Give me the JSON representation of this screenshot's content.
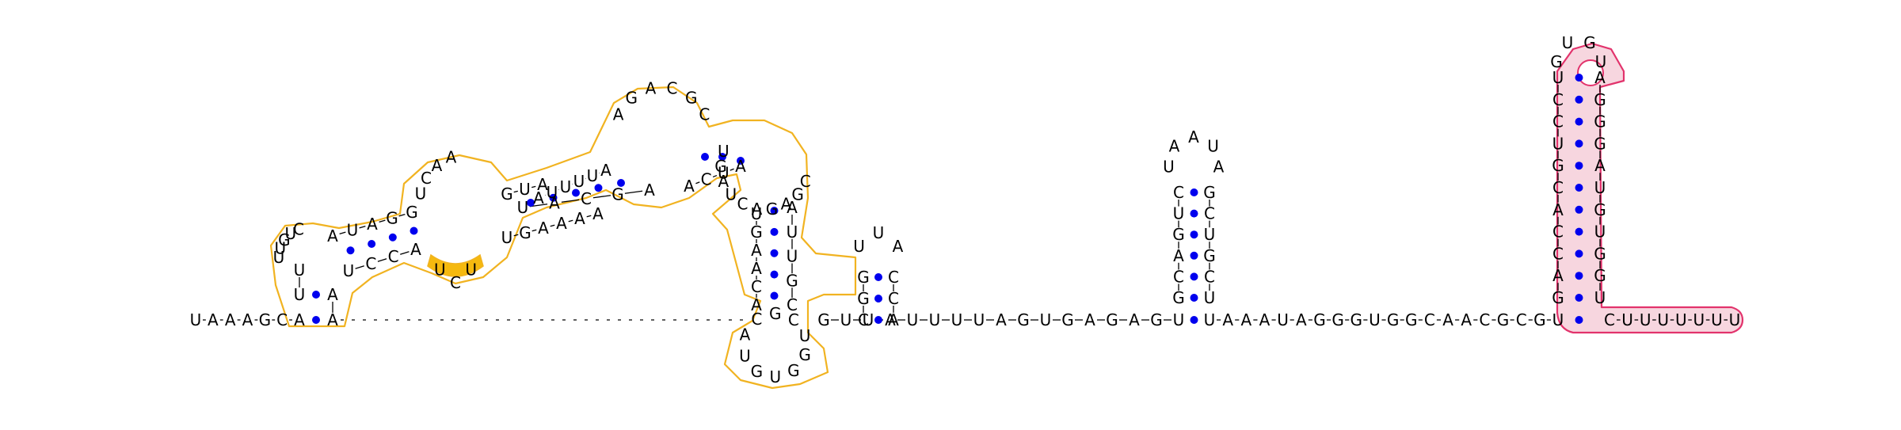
{
  "colors": {
    "outline_gold": "#f1b321",
    "fill_gold": "#f5b90f",
    "outline_pink": "#e2336c",
    "fill_pink": "#f7d6df",
    "pair_dot": "#0000ee",
    "backbone": "#000000"
  },
  "strands": {
    "left_tail": "UAAAGCA",
    "hairpin_four_loop": "UUAA",
    "right_middle": "GUUAUUUUAGUGAGAGU",
    "right_tail": "UAAAUAGGGUGGCAACGCGU",
    "pink_stem_5p": "GACCACGUCCU",
    "pink_loop": "GUGU",
    "pink_stem_3p": "AGGGAUGUGGU",
    "pink_tail": "CUUUUUUU",
    "mid_stem_5p": "GCAGUC",
    "mid_loop": "UAAUA",
    "mid_stem_3p": "GCUGCU",
    "small_stem_5p": "CGG",
    "small_loop": "UUA",
    "small_stem_3p": "CCA",
    "left_arm_outer": "UUGUCAUAGG",
    "left_arm_inner": "UCCA",
    "left_bulge_highlight": "UCU",
    "arm2_5p": "UCAAGUA",
    "arm2_3p": "UGAAAA",
    "arm3_5p": "AUUUUAGACGC",
    "arm3_3p": "UACGAACUA",
    "cluster": "UGAUCAGAGC",
    "vstem_left": "UGAACA",
    "bottom_loop": "ACGCUGGUGU",
    "vstem_right": "AUUGC"
  }
}
